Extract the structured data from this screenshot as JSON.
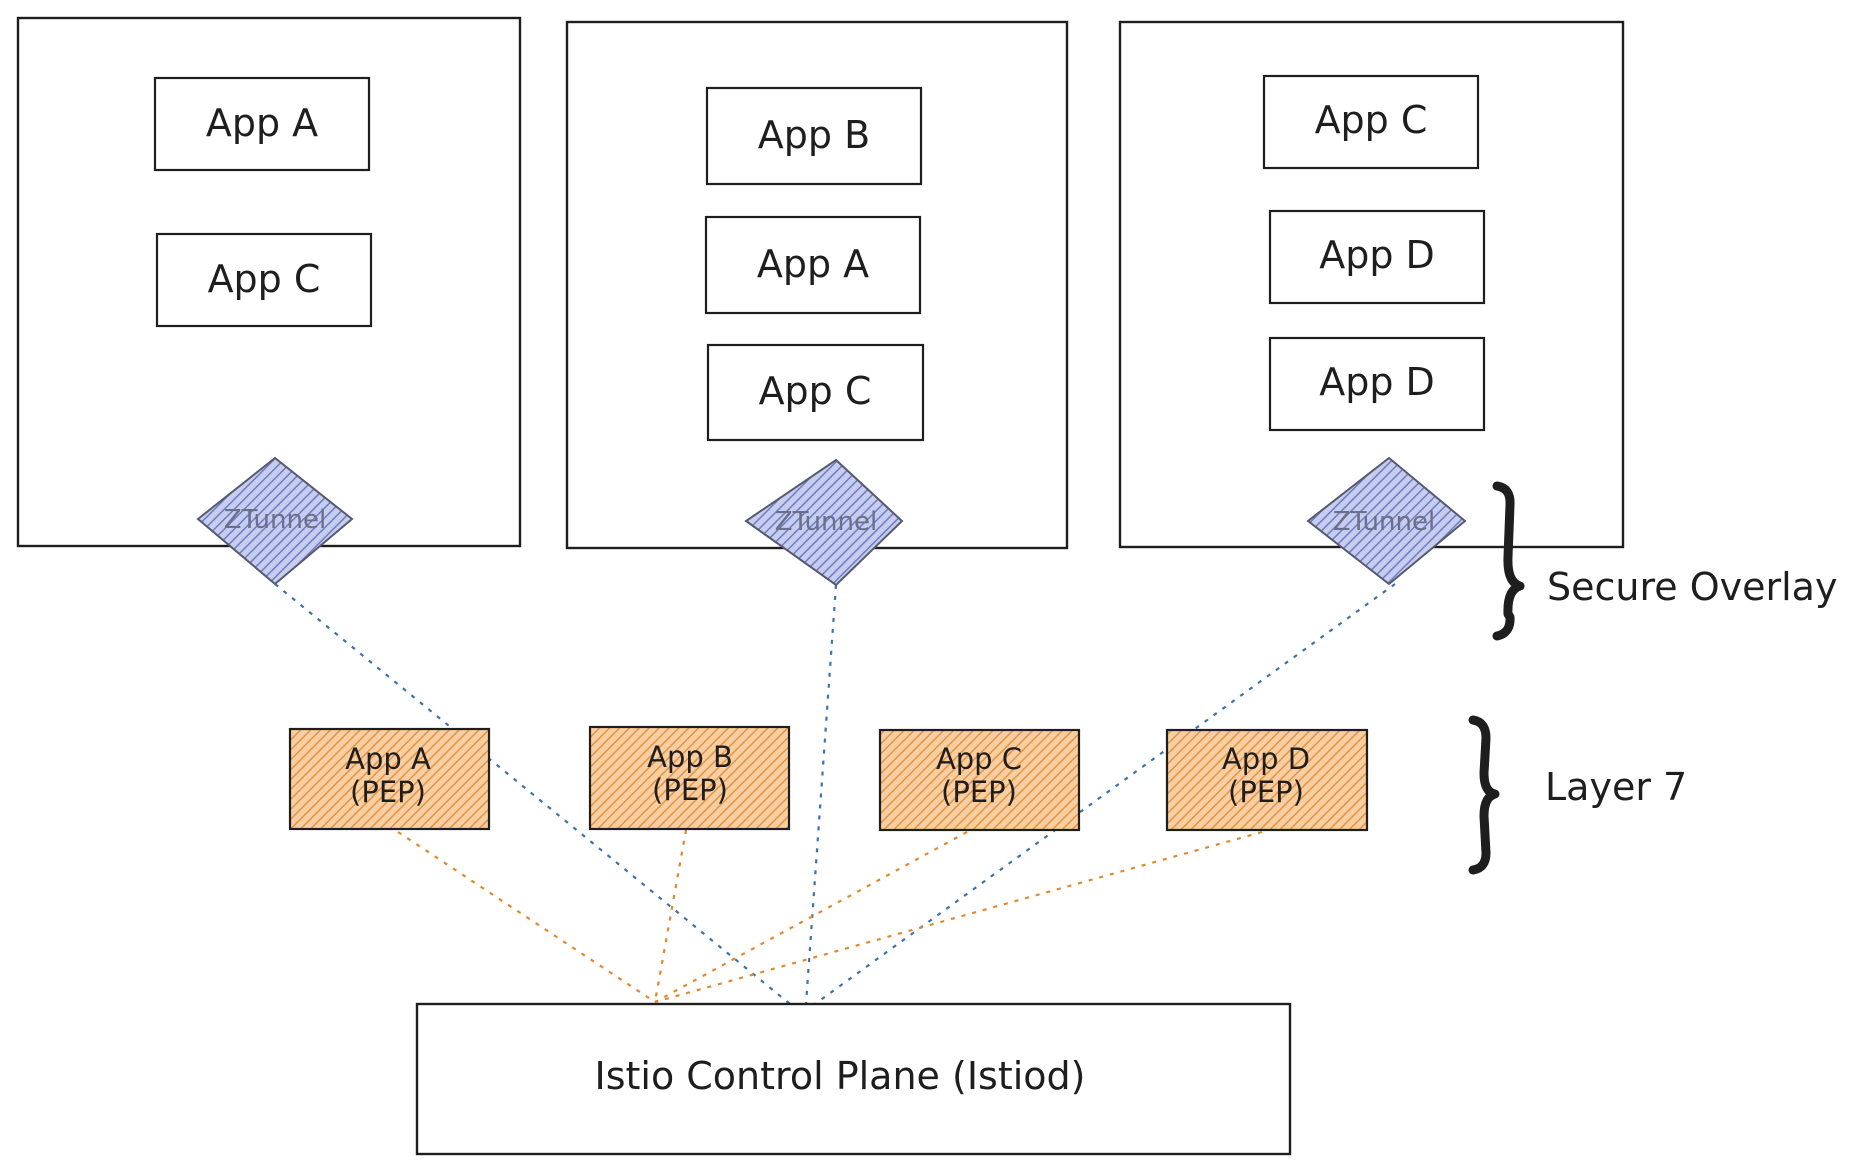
{
  "nodes": [
    {
      "apps": [
        "App A",
        "App C"
      ],
      "ztunnel": "ZTunnel"
    },
    {
      "apps": [
        "App B",
        "App A",
        "App C"
      ],
      "ztunnel": "ZTunnel"
    },
    {
      "apps": [
        "App C",
        "App D",
        "App D"
      ],
      "ztunnel": "ZTunnel"
    }
  ],
  "peps": [
    {
      "line1": "App A",
      "line2": "(PEP)"
    },
    {
      "line1": "App B",
      "line2": "(PEP)"
    },
    {
      "line1": "App C",
      "line2": "(PEP)"
    },
    {
      "line1": "App D",
      "line2": "(PEP)"
    }
  ],
  "side_labels": {
    "secure_overlay": "Secure Overlay",
    "layer7": "Layer 7"
  },
  "control_plane": {
    "label": "Istio Control Plane (Istiod)"
  },
  "colors": {
    "ztunnel_fill": "#8c9ad6",
    "pep_fill": "#f0a050",
    "blue_line": "#3b73b0",
    "orange_line": "#e3892b"
  }
}
